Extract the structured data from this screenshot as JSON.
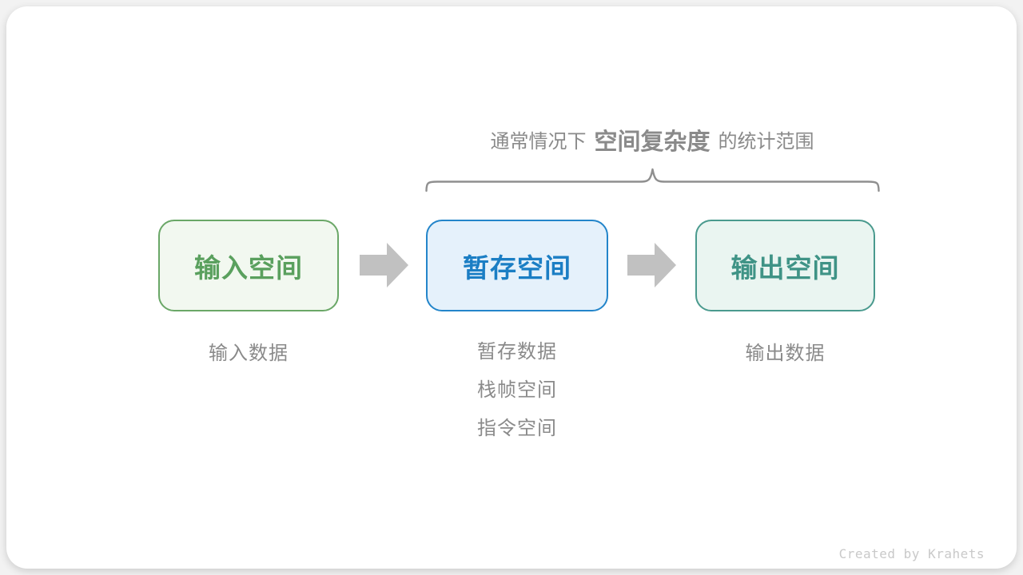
{
  "title": {
    "prefix": "通常情况下",
    "highlight": "空间复杂度",
    "suffix": "的统计范围"
  },
  "boxes": [
    {
      "label": "输入空间",
      "accent": "#5aa05e",
      "border": "#6aa767",
      "fill": "#f2f8f0"
    },
    {
      "label": "暂存空间",
      "accent": "#1b7ec4",
      "border": "#2385ca",
      "fill": "#e5f1fb"
    },
    {
      "label": "输出空间",
      "accent": "#3f9386",
      "border": "#4a9a8e",
      "fill": "#eaf5f1"
    }
  ],
  "notes": {
    "input": [
      "输入数据"
    ],
    "temp": [
      "暂存数据",
      "栈帧空间",
      "指令空间"
    ],
    "output": [
      "输出数据"
    ]
  },
  "arrow_color": "#c1c1c1",
  "brace_color": "#8f8f8f",
  "watermark": "Created by Krahets"
}
